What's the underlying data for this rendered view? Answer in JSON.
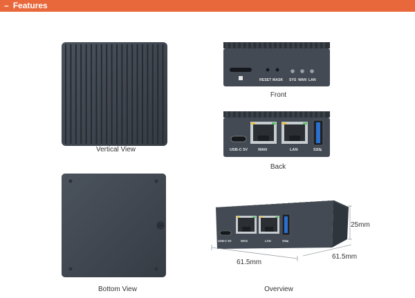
{
  "header": {
    "toggle_symbol": "–",
    "title": "Features",
    "accent_color": "#e8683c"
  },
  "views": {
    "vertical": {
      "caption": "Vertical View"
    },
    "bottom": {
      "caption": "Bottom View"
    },
    "front": {
      "caption": "Front",
      "labels": {
        "reset": "RESET",
        "mask": "MASK",
        "sys": "SYS",
        "wan": "WAN",
        "lan": "LAN"
      }
    },
    "back": {
      "caption": "Back",
      "labels": {
        "usbc": "USB-C 5V",
        "wan": "WAN",
        "lan": "LAN",
        "usb3": "SS⇆"
      }
    },
    "overview": {
      "caption": "Overview",
      "labels": {
        "usbc": "USB-C 5V",
        "wan": "WAN",
        "lan": "LAN",
        "usb3": "SS⇆"
      },
      "dimensions": {
        "height": "25mm",
        "width": "61.5mm",
        "depth": "61.5mm"
      }
    }
  },
  "device_color": "#3f4650"
}
